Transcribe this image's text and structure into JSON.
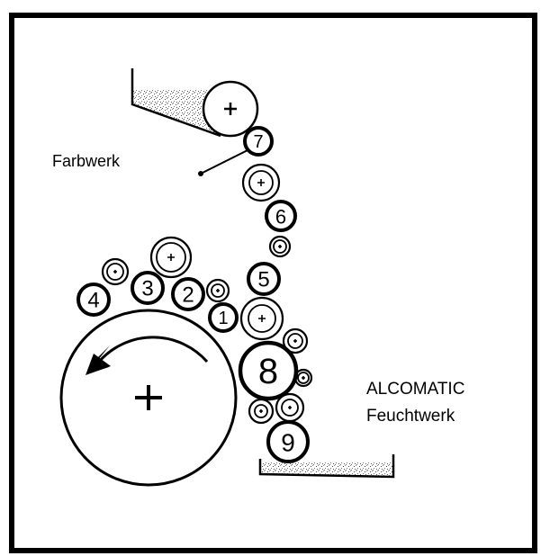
{
  "labels": {
    "inking_unit": "Farbwerk",
    "dampening_title": "ALCOMATIC",
    "dampening_subtitle": "Feuchtwerk"
  },
  "rollers": {
    "r1": "1",
    "r2": "2",
    "r3": "3",
    "r4": "4",
    "r5": "5",
    "r6": "6",
    "r7": "7",
    "r8": "8",
    "r9": "9"
  },
  "colors": {
    "ink": "#000000",
    "background": "#ffffff",
    "fill_texture": "#9a9a9a"
  }
}
